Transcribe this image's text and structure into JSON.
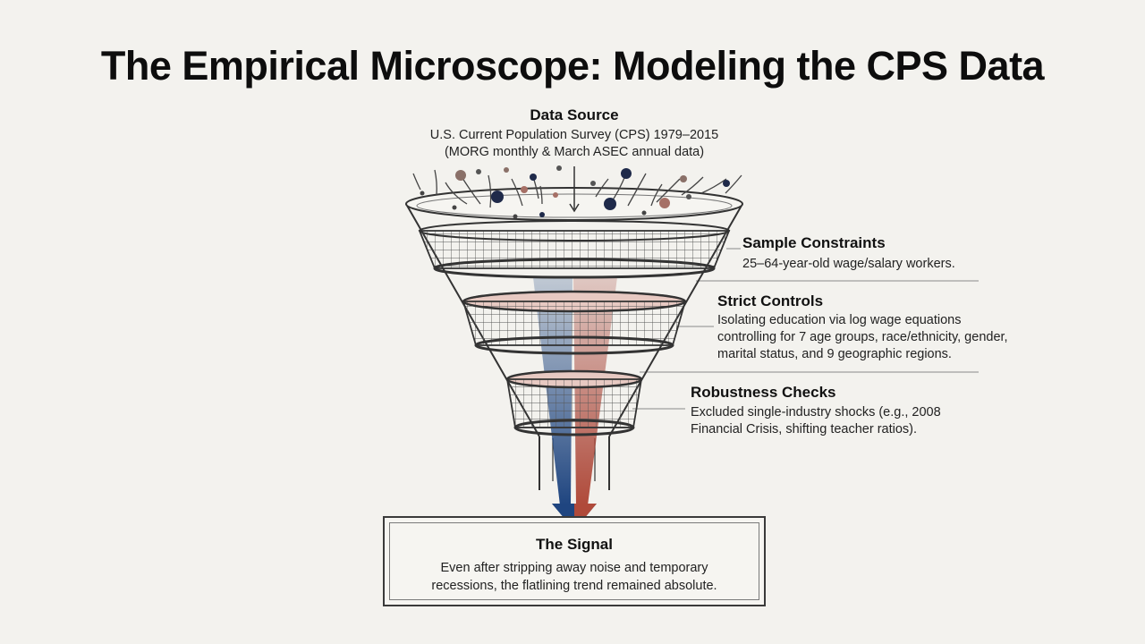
{
  "title": "The Empirical Microscope: Modeling the CPS Data",
  "data_source": {
    "heading": "Data Source",
    "line1": "U.S. Current Population Survey (CPS) 1979–2015",
    "line2": "(MORG monthly & March ASEC annual data)"
  },
  "stages": [
    {
      "heading": "Sample Constraints",
      "lines": [
        "25–64-year-old wage/salary workers."
      ]
    },
    {
      "heading": "Strict Controls",
      "lines": [
        "Isolating education via log wage equations",
        "controlling for 7 age groups, race/ethnicity, gender,",
        "marital status, and 9 geographic regions."
      ]
    },
    {
      "heading": "Robustness Checks",
      "lines": [
        "Excluded single-industry shocks (e.g., 2008",
        "Financial Crisis, shifting teacher ratios)."
      ]
    }
  ],
  "signal": {
    "heading": "The Signal",
    "line1": "Even after stripping away noise and temporary",
    "line2": "recessions, the flatlining trend remained absolute."
  },
  "colors": {
    "blue_stream": "#2a4f86",
    "red_stream": "#a5493f",
    "outline": "#333333",
    "background": "#f3f2ee"
  }
}
